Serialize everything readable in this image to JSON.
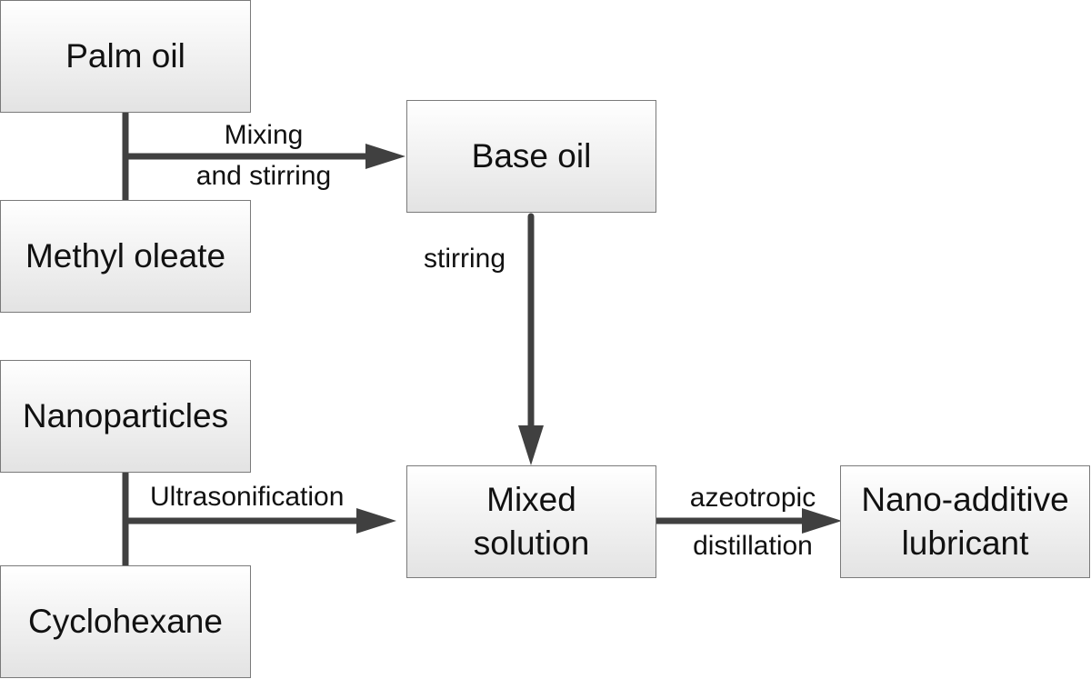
{
  "nodes": {
    "palm_oil": "Palm oil",
    "methyl_oleate": "Methyl oleate",
    "base_oil": "Base oil",
    "nanoparticles": "Nanoparticles",
    "cyclohexane": "Cyclohexane",
    "mixed_solution_line1": "Mixed",
    "mixed_solution_line2": "solution",
    "nano_additive_line1": "Nano-additive",
    "nano_additive_line2": "lubricant"
  },
  "edges": {
    "mixing_line1": "Mixing",
    "mixing_line2": "and stirring",
    "stirring": "stirring",
    "ultrasonification": "Ultrasonification",
    "azeotropic_line1": "azeotropic",
    "azeotropic_line2": "distillation"
  },
  "colors": {
    "arrow": "#404040",
    "box_border": "#7a7a7a",
    "box_fill_top": "#ffffff",
    "box_fill_bottom": "#e3e3e3"
  }
}
